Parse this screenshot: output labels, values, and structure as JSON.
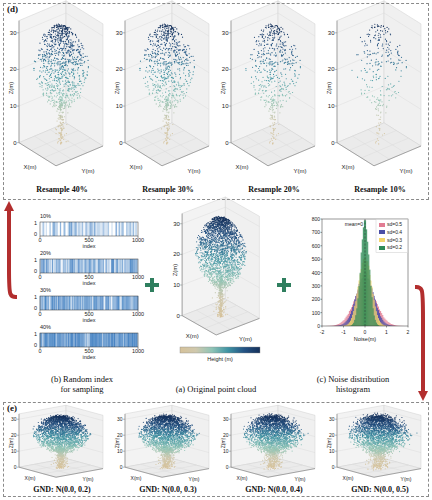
{
  "diagram": {
    "nodes": [
      {
        "text": [
          "(d)",
          "Resample 40%",
          "Resample 30%",
          "Resample 20%",
          "Resample 10%"
        ]
      },
      {
        "text": [
          "(b) Random index for sampling"
        ]
      },
      {
        "text": [
          "(a) Original point cloud"
        ]
      },
      {
        "text": [
          "(c) Noise distribution histogram"
        ]
      },
      {
        "text": [
          "(e)",
          "GND: N(0.0, 0.2)",
          "GND: N(0.0, 0.3)",
          "GND: N(0.0, 0.4)",
          "GND: N(0.0, 0.5)"
        ]
      }
    ],
    "edges": [
      {
        "from": 1,
        "to": 0,
        "arrow": "to"
      },
      {
        "from": 3,
        "to": 4,
        "arrow": "to"
      }
    ],
    "labels": [
      "Z(m)",
      "X(m)",
      "Y(m)",
      "0",
      "10",
      "20",
      "30",
      "Z(m)",
      "X(m)",
      "Y(m)",
      "0",
      "10",
      "20",
      "30",
      "Z(m)",
      "X(m)",
      "Y(m)",
      "0",
      "10",
      "20",
      "30",
      "Z(m)",
      "X(m)",
      "Y(m)",
      "0",
      "10",
      "20",
      "30",
      "10%",
      "1",
      "0",
      "0",
      "500",
      "1000",
      "index",
      "20%",
      "1",
      "0",
      "0",
      "500",
      "1000",
      "index",
      "30%",
      "1",
      "0",
      "0",
      "500",
      "1000",
      "index",
      "40%",
      "1",
      "0",
      "0",
      "500",
      "1000",
      "index",
      "Z(m)",
      "X(m)",
      "Y(m)",
      "0",
      "10",
      "20",
      "30",
      "Height (m)",
      "mean=0",
      "800",
      "700",
      "600",
      "500",
      "400",
      "300",
      "200",
      "100",
      "0",
      "-2",
      "-1",
      "0",
      "1",
      "2",
      "Noise(m)",
      "Z(m)",
      "X(m)",
      "Y(m)",
      "0",
      "10",
      "20",
      "30",
      "Z(m)",
      "X(m)",
      "Y(m)",
      "0",
      "10",
      "20",
      "30",
      "Z(m)",
      "X(m)",
      "Y(m)",
      "0",
      "10",
      "20",
      "30",
      "Z(m)",
      "X(m)",
      "Y(m)",
      "0",
      "10",
      "20",
      "30"
    ],
    "legend": [
      {
        "text": "sd=0.5",
        "color": "#e27d93"
      },
      {
        "text": "sd=0.4",
        "color": "#4b4fa6"
      },
      {
        "text": "sd=0.3",
        "color": "#f3d66b"
      },
      {
        "text": "sd=0.2",
        "color": "#2e8b57"
      }
    ]
  }
}
